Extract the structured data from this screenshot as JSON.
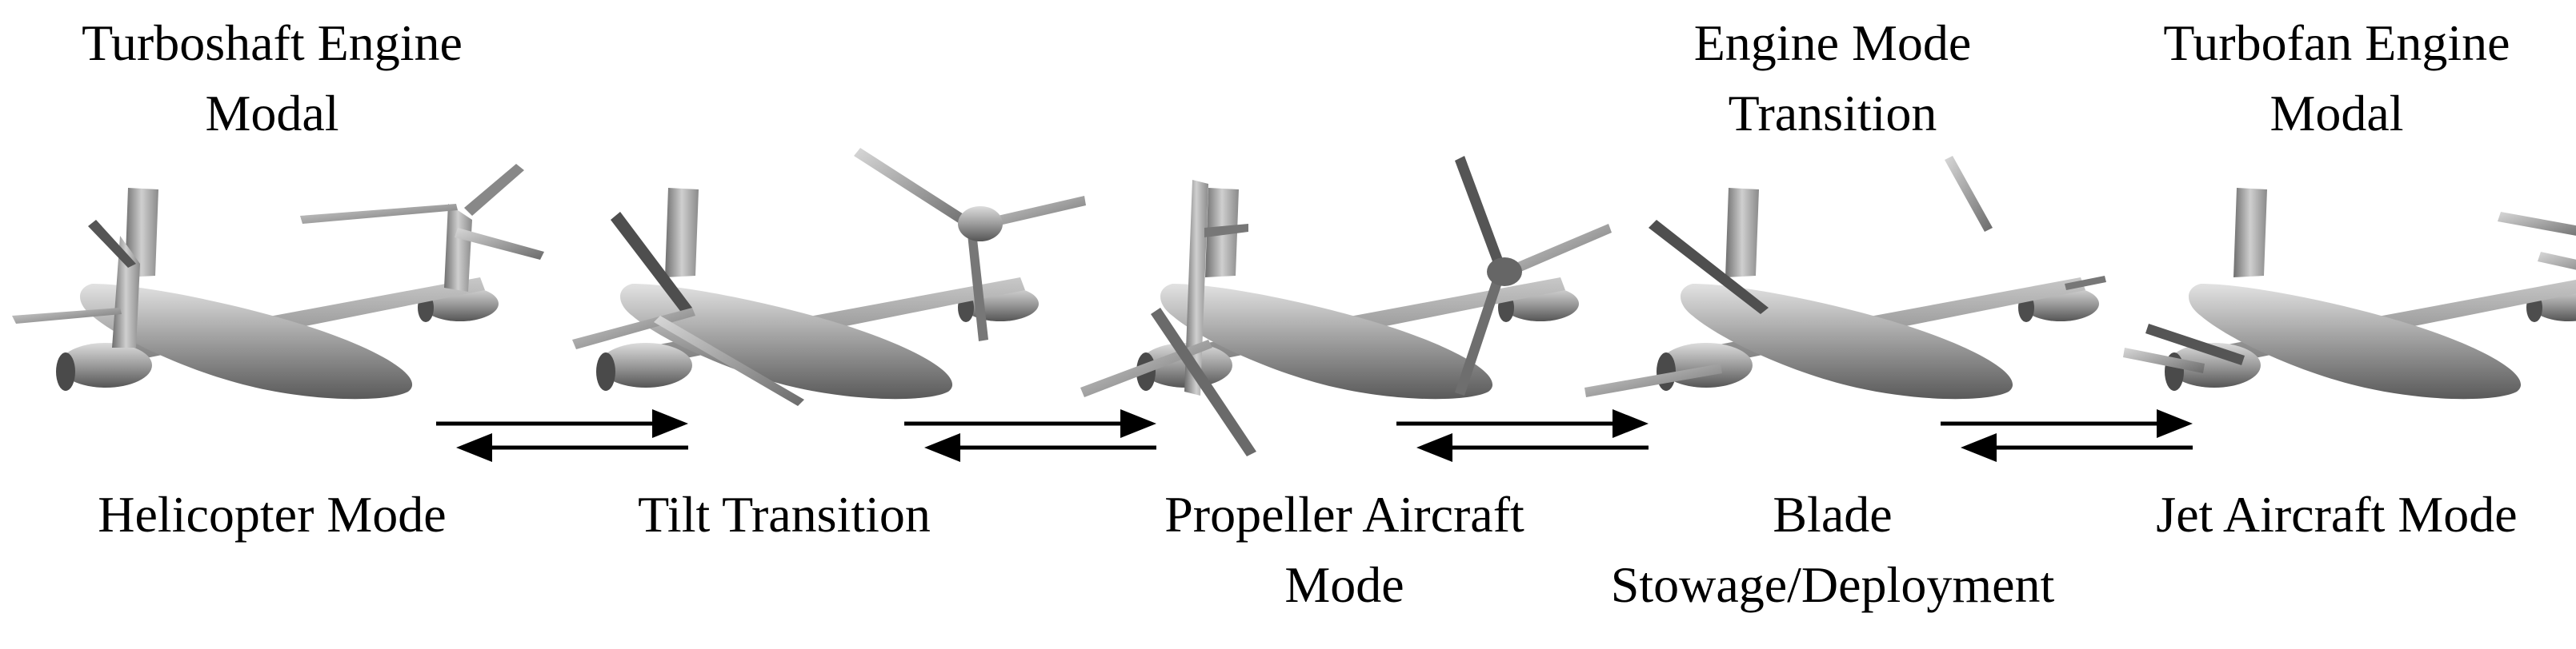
{
  "top_labels": {
    "turboshaft": [
      "Turboshaft Engine",
      "Modal"
    ],
    "engine_transition": [
      "Engine Mode",
      "Transition"
    ],
    "turbofan": [
      "Turbofan Engine",
      "Modal"
    ]
  },
  "mode_labels": {
    "helicopter": [
      "Helicopter Mode"
    ],
    "tilt": [
      "Tilt Transition"
    ],
    "propeller": [
      "Propeller Aircraft",
      "Mode"
    ],
    "blade": [
      "Blade",
      "Stowage/Deployment"
    ],
    "jet": [
      "Jet Aircraft Mode"
    ]
  },
  "colors": {
    "aircraft": "#9a9a9a",
    "aircraft_dark": "#5e5e5e",
    "aircraft_light": "#cfcfcf",
    "arrow": "#000000"
  }
}
